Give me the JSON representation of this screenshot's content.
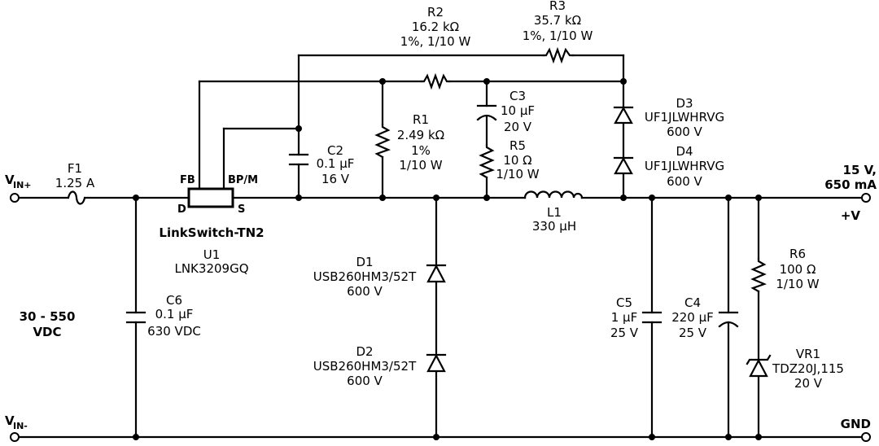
{
  "nets": {
    "vin_plus": "V",
    "vin_plus_sub": "IN+",
    "vin_minus": "V",
    "vin_minus_sub": "IN-",
    "input_range_1": "30 - 550",
    "input_range_2": "VDC",
    "out_v": "15 V,",
    "out_i": "650 mA",
    "out_plus": "+V",
    "gnd": "GND"
  },
  "ic": {
    "family": "LinkSwitch-TN2",
    "ref": "U1",
    "part": "LNK3209GQ",
    "pin_fb": "FB",
    "pin_bp": "BP/M",
    "pin_d": "D",
    "pin_s": "S"
  },
  "components": {
    "f1": {
      "ref": "F1",
      "value": "1.25 A"
    },
    "c6": {
      "ref": "C6",
      "value": "0.1 µF",
      "rating": "630 VDC"
    },
    "c2": {
      "ref": "C2",
      "value": "0.1 µF",
      "rating": "16 V"
    },
    "r1": {
      "ref": "R1",
      "value": "2.49 kΩ",
      "tol": "1%",
      "power": "1/10 W"
    },
    "r2": {
      "ref": "R2",
      "value": "16.2 kΩ",
      "spec": "1%, 1/10 W"
    },
    "r3": {
      "ref": "R3",
      "value": "35.7 kΩ",
      "spec": "1%, 1/10 W"
    },
    "c3": {
      "ref": "C3",
      "value": "10 µF",
      "rating": "20 V"
    },
    "r5": {
      "ref": "R5",
      "value": "10 Ω",
      "power": "1/10 W"
    },
    "d3": {
      "ref": "D3",
      "part": "UF1JLWHRVG",
      "rating": "600 V"
    },
    "d4": {
      "ref": "D4",
      "part": "UF1JLWHRVG",
      "rating": "600 V"
    },
    "l1": {
      "ref": "L1",
      "value": "330 µH"
    },
    "d1": {
      "ref": "D1",
      "part": "USB260HM3/52T",
      "rating": "600 V"
    },
    "d2": {
      "ref": "D2",
      "part": "USB260HM3/52T",
      "rating": "600 V"
    },
    "c5": {
      "ref": "C5",
      "value": "1 µF",
      "rating": "25 V"
    },
    "c4": {
      "ref": "C4",
      "value": "220 µF",
      "rating": "25 V"
    },
    "r6": {
      "ref": "R6",
      "value": "100 Ω",
      "power": "1/10 W"
    },
    "vr1": {
      "ref": "VR1",
      "part": "TDZ20J,115",
      "rating": "20 V"
    }
  }
}
